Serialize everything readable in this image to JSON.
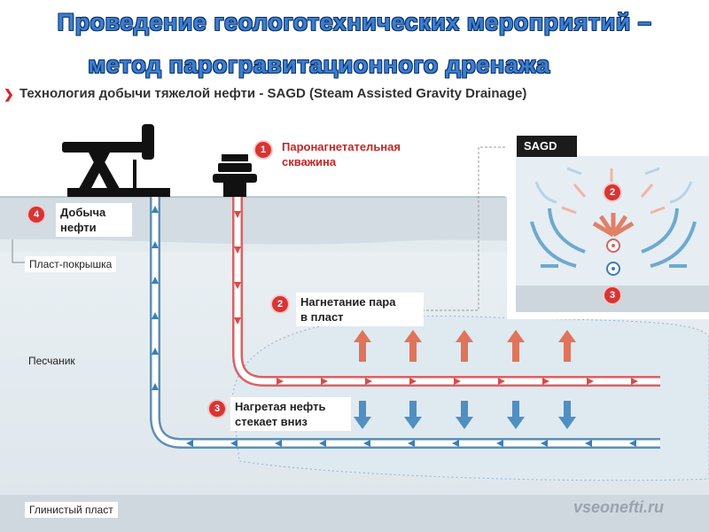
{
  "title": {
    "line1": "Проведение геологотехнических мероприятий –",
    "line2": "метод парогравитационного дренажа"
  },
  "subtitle": "Технология добычи тяжелой нефти - SAGD (Steam Assisted Gravity Drainage)",
  "layers": {
    "cap": "Пласт-покрышка",
    "sand": "Песчаник",
    "clay": "Глинистый пласт"
  },
  "steps": [
    {
      "num": "1",
      "text_l1": "Паронагнетательная",
      "text_l2": "скважина"
    },
    {
      "num": "2",
      "text_l1": "Нагнетание пара",
      "text_l2": "в пласт"
    },
    {
      "num": "3",
      "text_l1": "Нагретая нефть",
      "text_l2": "стекает вниз"
    },
    {
      "num": "4",
      "text_l1": "Добыча",
      "text_l2": "нефти"
    }
  ],
  "inset": {
    "header": "SAGD",
    "badges": [
      "2",
      "3"
    ]
  },
  "watermark": "vseonefti.ru",
  "colors": {
    "steam": "#d94a4a",
    "oil": "#3a7fb8",
    "badge": "#d93434",
    "title": "#3a7fd0"
  }
}
